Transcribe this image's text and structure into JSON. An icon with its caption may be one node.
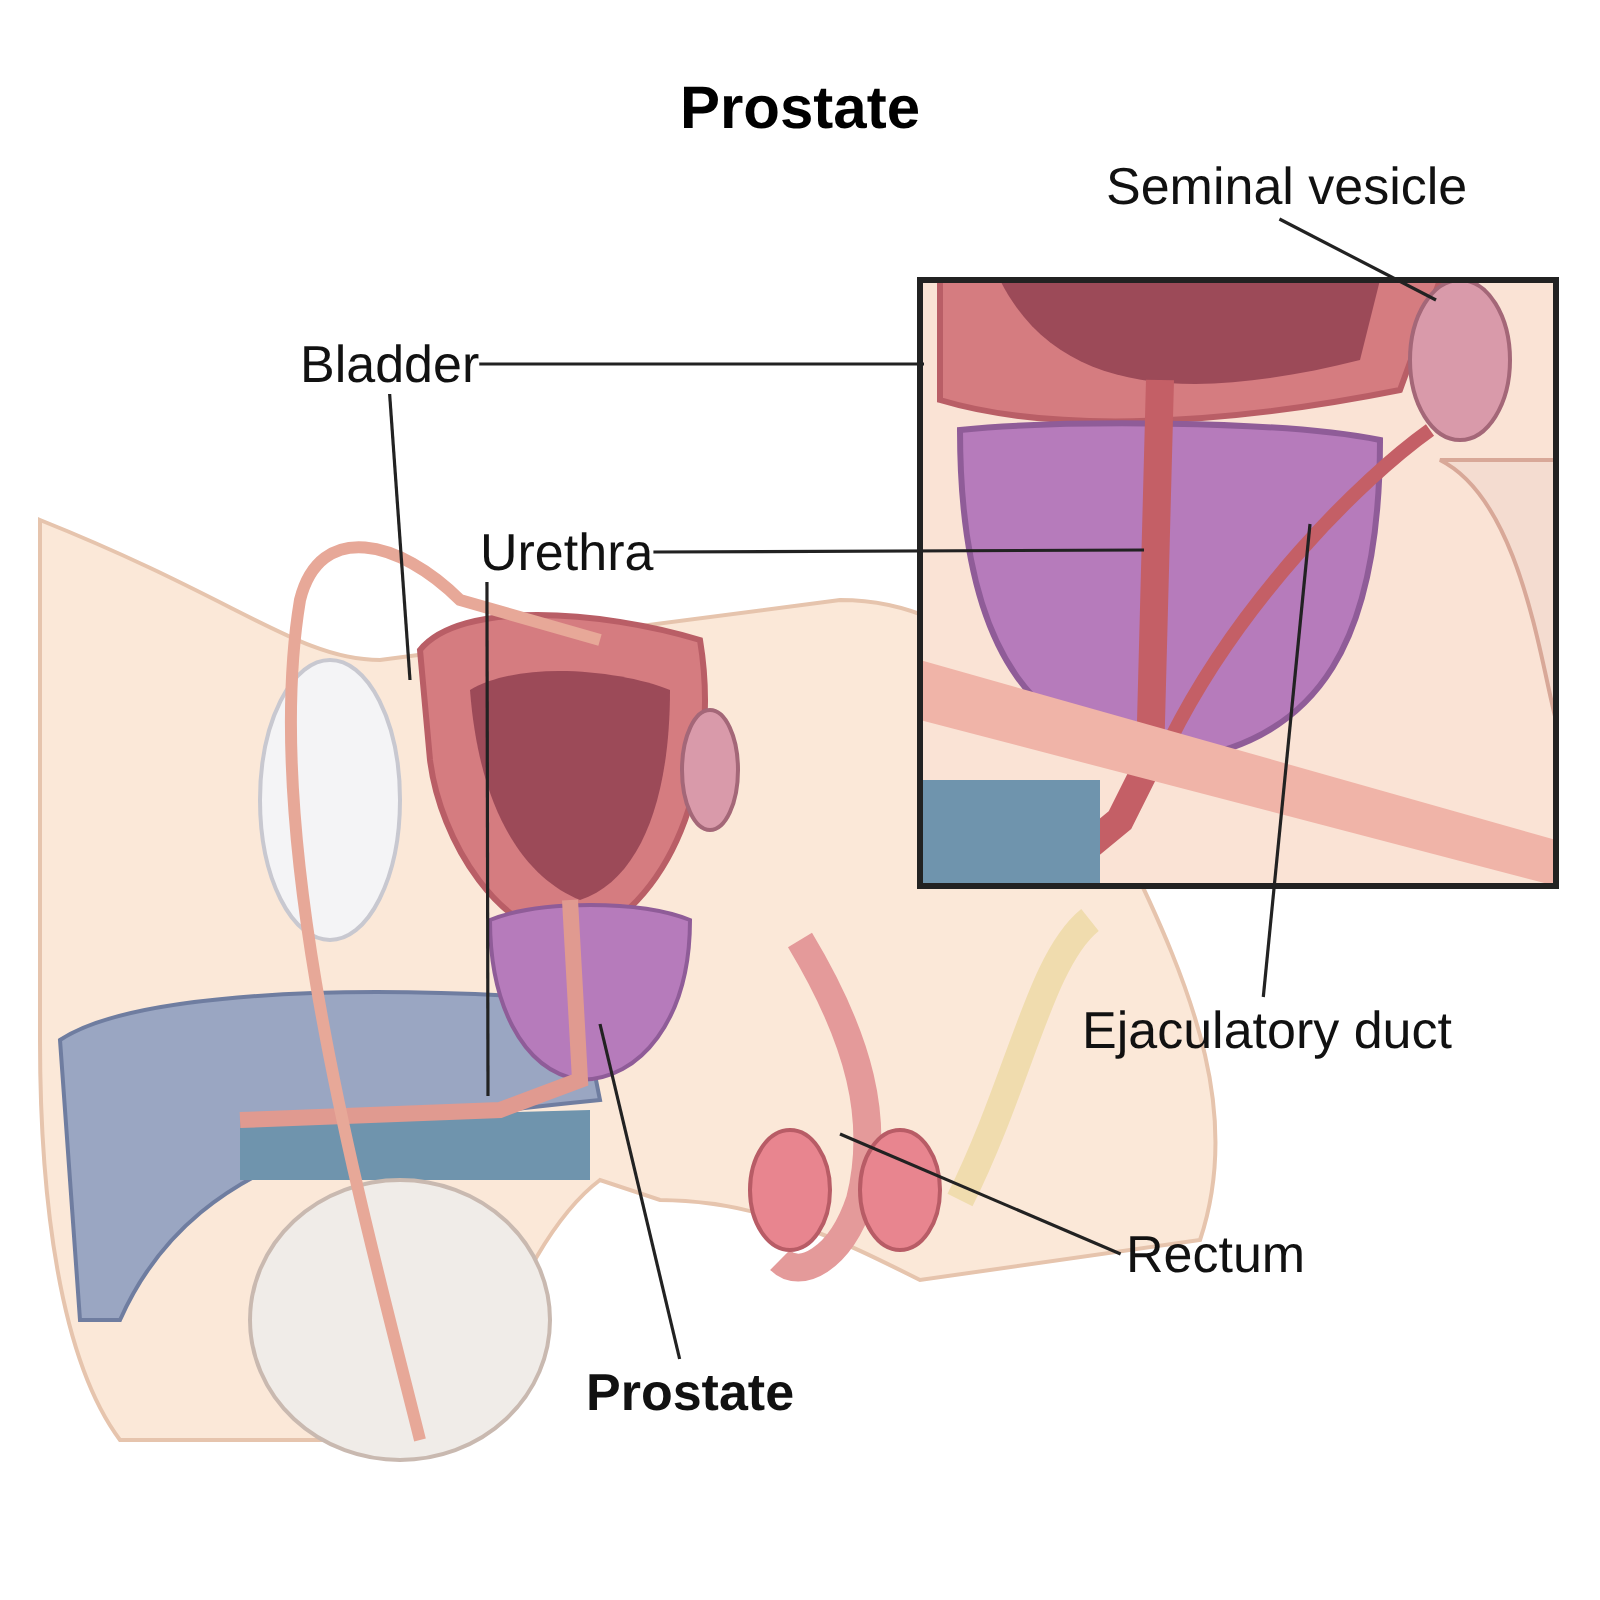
{
  "diagram": {
    "title": "Prostate",
    "nodes": [
      {
        "text": [
          "Seminal vesicle"
        ]
      },
      {
        "text": [
          "Bladder"
        ]
      },
      {
        "text": [
          "Urethra"
        ]
      },
      {
        "text": [
          "Ejaculatory duct"
        ]
      },
      {
        "text": [
          "Rectum"
        ]
      },
      {
        "text": [
          "Prostate"
        ]
      }
    ],
    "edges": [
      {
        "from": 1,
        "to": null,
        "arrow": "none"
      },
      {
        "from": 1,
        "to": null,
        "arrow": "none"
      },
      {
        "from": 2,
        "to": null,
        "arrow": "none"
      },
      {
        "from": 2,
        "to": null,
        "arrow": "none"
      },
      {
        "from": 0,
        "to": null,
        "arrow": "none"
      },
      {
        "from": 3,
        "to": null,
        "arrow": "none"
      },
      {
        "from": 4,
        "to": null,
        "arrow": "none"
      },
      {
        "from": 5,
        "to": null,
        "arrow": "none"
      }
    ]
  }
}
